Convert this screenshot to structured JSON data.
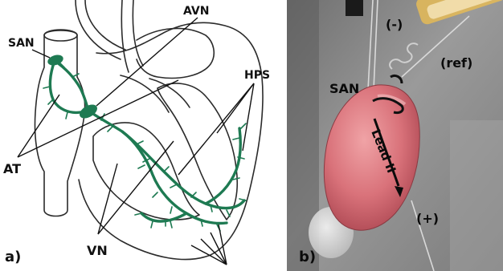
{
  "figure": {
    "panel_a": {
      "panel_label": "a)",
      "labels": {
        "san": "SAN",
        "avn": "AVN",
        "hps": "HPS",
        "at": "AT",
        "vn": "VN"
      },
      "conduction_color": "#1e7a52",
      "outline_color": "#2b2b2b"
    },
    "panel_b": {
      "panel_label": "b)",
      "labels": {
        "san": "SAN",
        "minus": "(-)",
        "ref": "(ref)",
        "plus": "(+)",
        "lead": "Lead II"
      },
      "tissue_color": "#d9727a",
      "background_color": "#8c8c8c"
    }
  }
}
